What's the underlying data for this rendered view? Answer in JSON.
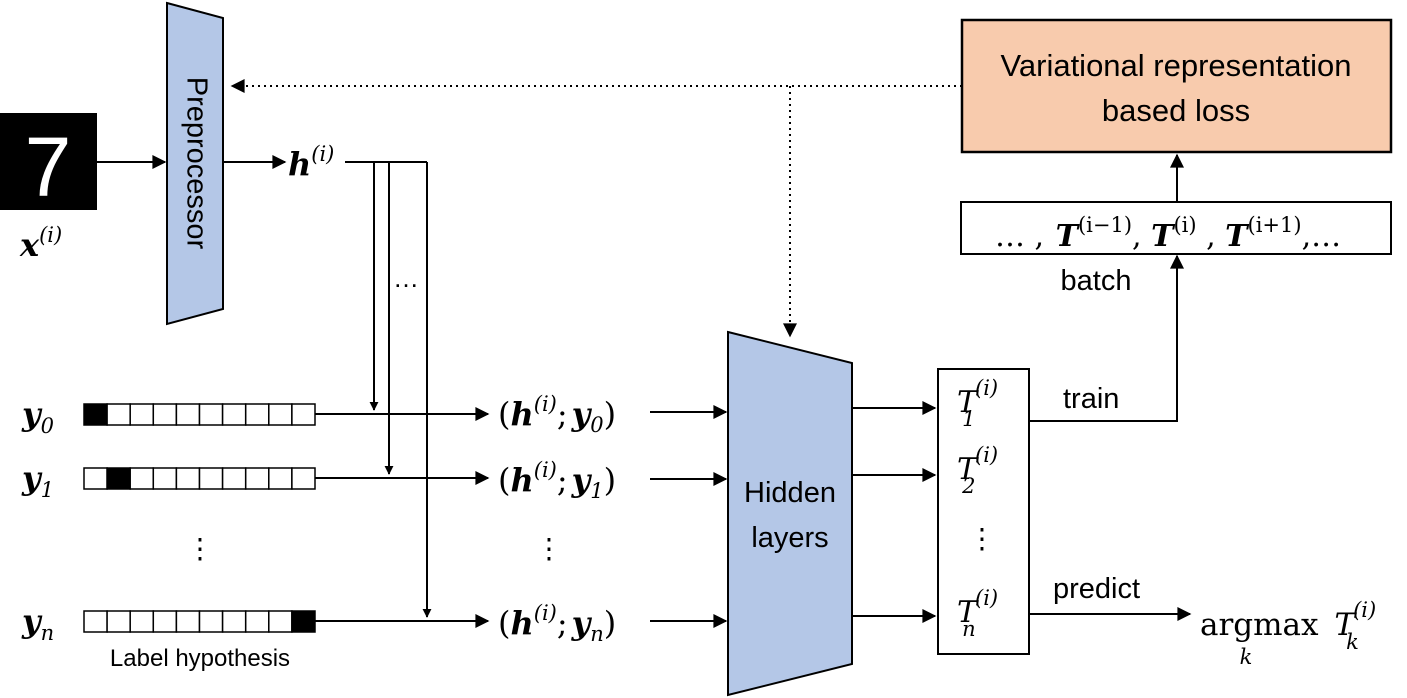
{
  "colors": {
    "module_fill": "#b4c7e7",
    "loss_fill": "#f8cbad",
    "stroke": "#000000"
  },
  "input": {
    "digit": "7",
    "var": "x",
    "sup": "(i)"
  },
  "preprocessor": {
    "label": "Preprocessor"
  },
  "h_label": {
    "var": "h",
    "sup": "(i)"
  },
  "ellipsis_h": "…",
  "ellipsis_v": "⋮",
  "labels": {
    "rows": [
      {
        "var": "y",
        "sub": "0",
        "filled_cell": 0
      },
      {
        "var": "y",
        "sub": "1",
        "filled_cell": 1
      },
      {
        "var": "y",
        "sub": "n",
        "filled_cell": 9
      }
    ],
    "cells_per_vector": 10,
    "caption": "Label hypothesis"
  },
  "pairs": {
    "open": "(",
    "h": "h",
    "sup": "(i)",
    "sep": ";",
    "y": "y",
    "close": ")",
    "subs": [
      "0",
      "1",
      "n"
    ]
  },
  "hidden": {
    "line1": "Hidden",
    "line2": "layers"
  },
  "outputs": {
    "var": "T",
    "sup": "(i)",
    "subs": [
      "1",
      "2",
      "n"
    ]
  },
  "loss": {
    "line1": "Variational representation",
    "line2": "based loss"
  },
  "batch_box": {
    "prefix": "… ,",
    "var": "T",
    "sups": [
      "(i−1)",
      "(i)",
      "(i+1)"
    ],
    "sep1": ",",
    "sep2": " ,",
    "suffix": ",…"
  },
  "batch_label": "batch",
  "train_label": "train",
  "predict_label": "predict",
  "argmax": {
    "fn": "argmax",
    "sub": "k",
    "var": "T",
    "var_sub": "k",
    "sup": "(i)"
  }
}
